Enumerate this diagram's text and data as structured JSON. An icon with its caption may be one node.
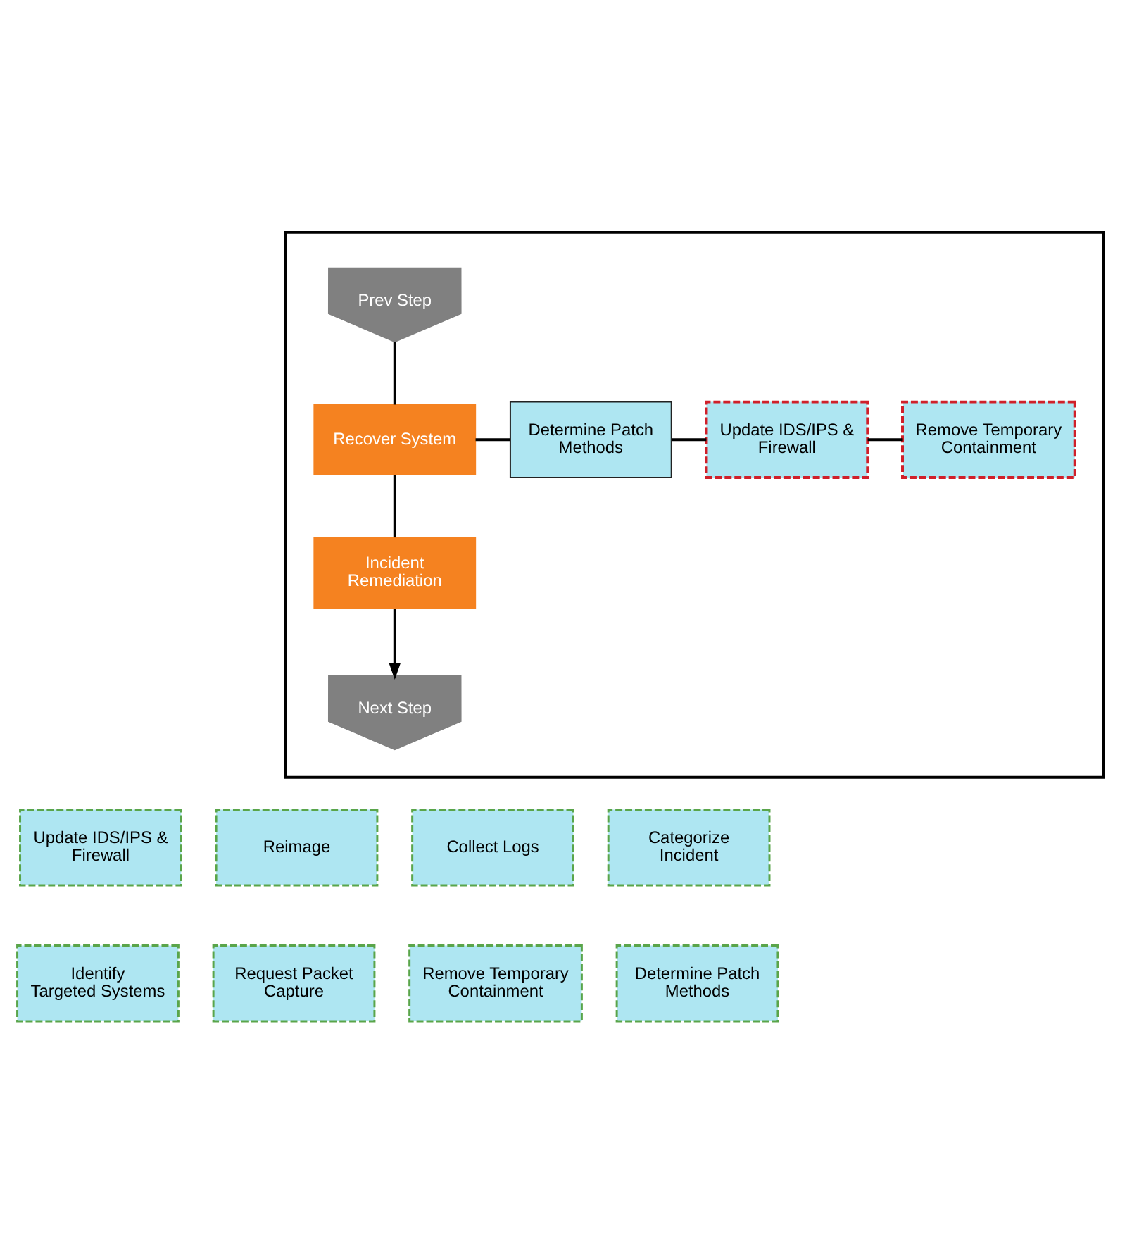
{
  "diagram": {
    "nodes": [
      {
        "text": [],
        "shape": "box"
      },
      {
        "text": [
          "Prev Step"
        ],
        "in": 0
      },
      {
        "text": [
          "Recover System"
        ],
        "in": 0
      },
      {
        "text": [
          "Determine Patch Methods"
        ],
        "in": 0
      },
      {
        "text": [
          "Update IDS/IPS & Firewall"
        ],
        "in": 0
      },
      {
        "text": [
          "Remove Temporary Containment"
        ],
        "in": 0
      },
      {
        "text": [
          "Incident Remediation"
        ],
        "in": 0
      },
      {
        "text": [
          "Next Step"
        ],
        "in": 0
      },
      {
        "text": [
          "Update IDS/IPS & Firewall"
        ]
      },
      {
        "text": [
          "Reimage"
        ]
      },
      {
        "text": [
          "Collect Logs"
        ]
      },
      {
        "text": [
          "Categorize Incident"
        ]
      },
      {
        "text": [
          "Identify Targeted Systems"
        ]
      },
      {
        "text": [
          "Request Packet Capture"
        ]
      },
      {
        "text": [
          "Remove Temporary Containment"
        ]
      },
      {
        "text": [
          "Determine Patch Methods"
        ]
      }
    ],
    "edges": [
      {
        "from": 1,
        "to": 2,
        "arrow": "none"
      },
      {
        "from": 2,
        "to": 3,
        "arrow": "none"
      },
      {
        "from": 3,
        "to": 4,
        "arrow": "none"
      },
      {
        "from": 4,
        "to": 5,
        "arrow": "none"
      },
      {
        "from": 2,
        "to": 6,
        "arrow": "none"
      },
      {
        "from": 6,
        "to": 7,
        "arrow": "to"
      }
    ]
  }
}
